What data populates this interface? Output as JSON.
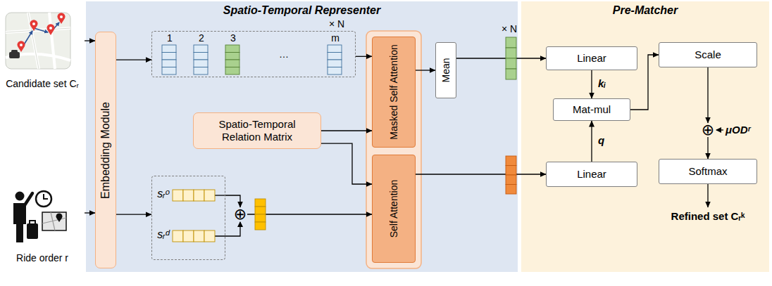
{
  "diagram": {
    "nodes": [
      {
        "text": [
          "Spatio-Temporal Representer"
        ]
      },
      {
        "text": [
          "Pre-Matcher"
        ]
      },
      {
        "text": [
          "Candidate set Cᵣ"
        ]
      },
      {
        "text": [
          "Ride order r"
        ]
      },
      {
        "text": [
          "Embedding Module"
        ],
        "in": 0
      },
      {
        "text": [
          "1",
          "2",
          "3",
          "…",
          "m",
          "× N"
        ],
        "in": 0
      },
      {
        "text": [
          "Spatio-Temporal Relation Matrix"
        ],
        "in": 0
      },
      {
        "text": [
          "sᵣᵒ",
          "sᵣᵈ"
        ],
        "in": 0
      },
      {
        "text": [
          "⊕"
        ],
        "in": 0
      },
      {
        "text": [
          "Masked Self Attention"
        ],
        "in": 0
      },
      {
        "text": [
          "Self Attention"
        ],
        "in": 0
      },
      {
        "text": [
          "Mean"
        ],
        "in": 0
      },
      {
        "text": [
          "Linear"
        ],
        "in": 1
      },
      {
        "text": [
          "Mat-mul"
        ],
        "in": 1
      },
      {
        "text": [
          "Scale"
        ],
        "in": 1
      },
      {
        "text": [
          "⊕"
        ],
        "in": 1
      },
      {
        "text": [
          "Linear"
        ],
        "in": 1
      },
      {
        "text": [
          "Softmax"
        ],
        "in": 1
      },
      {
        "text": [
          "Refined set Cᵣᵏ"
        ],
        "in": 1
      }
    ],
    "edges": [
      {
        "from": 2,
        "to": 4,
        "arrow": "to"
      },
      {
        "from": 3,
        "to": 4,
        "arrow": "to"
      },
      {
        "from": 4,
        "to": 5,
        "arrow": "to"
      },
      {
        "from": 4,
        "to": 7,
        "arrow": "to"
      },
      {
        "from": 5,
        "to": 9,
        "arrow": "to"
      },
      {
        "from": 6,
        "to": 9,
        "arrow": "to"
      },
      {
        "from": 6,
        "to": 10,
        "arrow": "to"
      },
      {
        "from": 7,
        "to": 8,
        "arrow": "to"
      },
      {
        "from": 8,
        "to": 10,
        "arrow": "to"
      },
      {
        "from": 9,
        "to": 11,
        "arrow": "to"
      },
      {
        "from": 11,
        "to": 12,
        "arrow": "to"
      },
      {
        "from": 10,
        "to": 16,
        "arrow": "to"
      },
      {
        "from": 12,
        "to": 13,
        "label": "kᵢ",
        "arrow": "to"
      },
      {
        "from": 16,
        "to": 13,
        "label": "q",
        "arrow": "to"
      },
      {
        "from": 13,
        "to": 14,
        "arrow": "to"
      },
      {
        "from": 14,
        "to": 15,
        "arrow": "to"
      },
      {
        "from": 15,
        "to": 17,
        "arrow": "to"
      },
      {
        "from": 17,
        "to": 18,
        "arrow": "to"
      }
    ],
    "labels": [
      "× N",
      "μODʳ"
    ]
  }
}
